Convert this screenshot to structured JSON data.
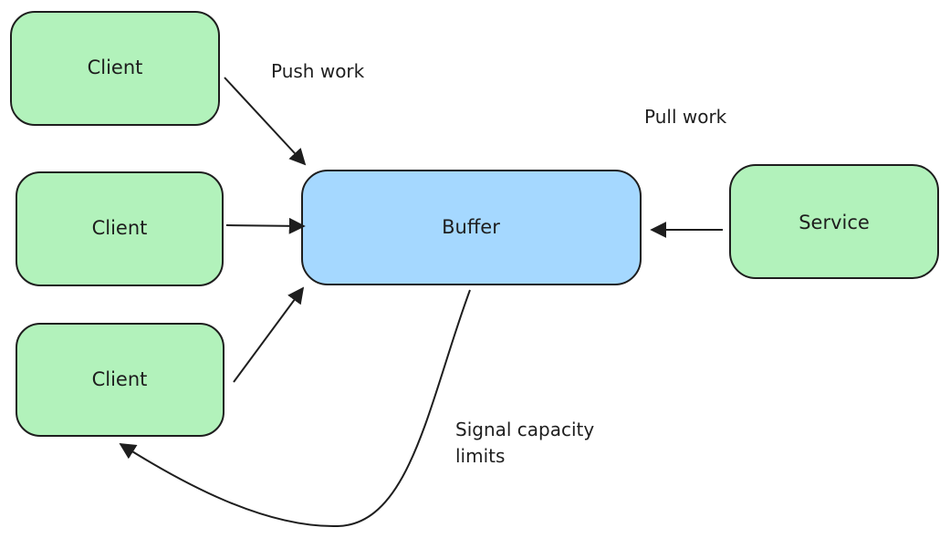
{
  "diagram": {
    "nodes": [
      {
        "id": "client1",
        "label": "Client",
        "fill": "#b2f2bb"
      },
      {
        "id": "client2",
        "label": "Client",
        "fill": "#b2f2bb"
      },
      {
        "id": "client3",
        "label": "Client",
        "fill": "#b2f2bb"
      },
      {
        "id": "buffer",
        "label": "Buffer",
        "fill": "#a5d8ff"
      },
      {
        "id": "service",
        "label": "Service",
        "fill": "#b2f2bb"
      }
    ],
    "edges": [
      {
        "from": "client1",
        "to": "buffer"
      },
      {
        "from": "client2",
        "to": "buffer"
      },
      {
        "from": "client3",
        "to": "buffer"
      },
      {
        "from": "service",
        "to": "buffer"
      },
      {
        "from": "buffer",
        "to": "client3"
      }
    ],
    "labels": {
      "push": "Push work",
      "pull": "Pull work",
      "signal_line1": "Signal capacity",
      "signal_line2": "limits"
    },
    "stroke": "#1e1e1e"
  }
}
